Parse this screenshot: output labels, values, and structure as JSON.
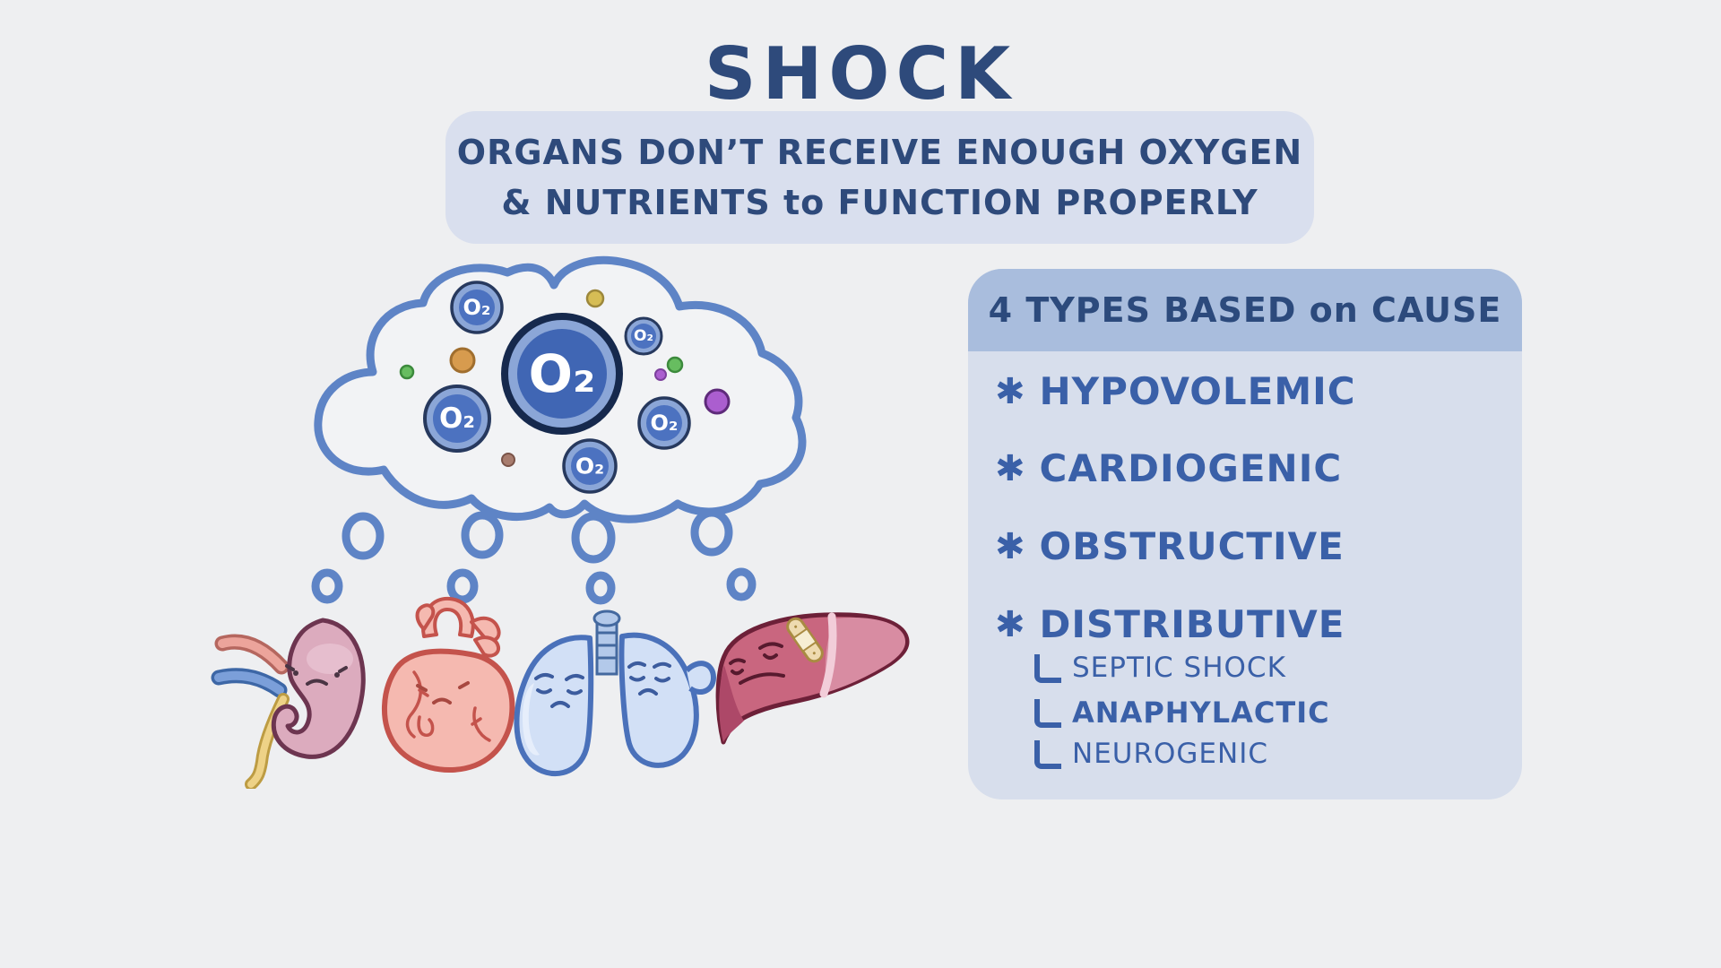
{
  "title": "SHOCK",
  "subtitle": {
    "line1": "ORGANS DON’T RECEIVE ENOUGH OXYGEN",
    "line2": "& NUTRIENTS to FUNCTION PROPERLY"
  },
  "types_panel": {
    "header": "4 TYPES BASED on CAUSE",
    "bullet": "✱",
    "items": [
      {
        "label": "HYPOVOLEMIC",
        "sub_items": []
      },
      {
        "label": "CARDIOGENIC",
        "sub_items": []
      },
      {
        "label": "OBSTRUCTIVE",
        "sub_items": []
      },
      {
        "label": "DISTRIBUTIVE",
        "sub_items": [
          "SEPTIC SHOCK",
          "ANAPHYLACTIC",
          "NEUROGENIC"
        ]
      }
    ]
  },
  "illustration": {
    "o2_label": "O₂",
    "cloud": "oxygen-nutrient-cloud",
    "organs": [
      {
        "name": "kidney"
      },
      {
        "name": "heart"
      },
      {
        "name": "lungs"
      },
      {
        "name": "liver"
      }
    ]
  },
  "colors": {
    "background": "#eeeff1",
    "navy_text": "#2e4a7b",
    "item_blue": "#3a60a8",
    "subtitle_box": "#d9dfee",
    "panel_body": "#d7deec",
    "panel_header": "#a9bddd",
    "cloud_stroke": "#5e84c6",
    "o2_ring": "#8ba6d7",
    "o2_fill": "#4c72c0",
    "o2_large_fill": "#4066b4",
    "dot_yellow": "#d6bd55",
    "dot_orange": "#d79b4e",
    "dot_green": "#67bd60",
    "dot_purple": "#ab5ecf",
    "dot_brown": "#a87c6e",
    "kidney_fill": "#dcabbe",
    "kidney_outline": "#6d3550",
    "artery_pink": "#eca49b",
    "vein_blue": "#7b9fd9",
    "ureter_yellow": "#eed287",
    "heart_fill": "#f5b9b0",
    "heart_outline": "#c4534c",
    "lungs_fill": "#d2e0f6",
    "lungs_outline": "#4a71ba",
    "trachea_fill": "#b3c9ea",
    "liver_left": "#c9667f",
    "liver_right": "#d88ca2",
    "liver_outline": "#6d2038",
    "bandage_tan": "#eedbb0"
  }
}
